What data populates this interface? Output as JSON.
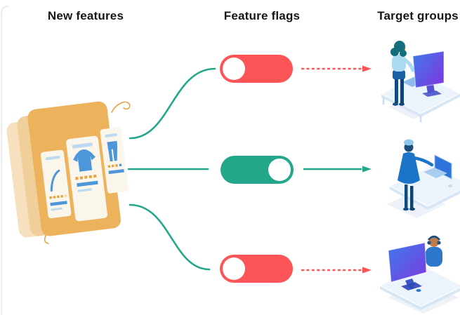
{
  "colors": {
    "toggle_on": "#23A78B",
    "toggle_off": "#FC5457",
    "connector_green": "#23A78B",
    "arrow_red": "#FC5457",
    "stack_orange_front": "#ECB25C",
    "stack_orange_mid": "#F1CF9A",
    "stack_orange_back": "#F6E0BE",
    "star_orange": "#E8A33D",
    "blue_accent": "#4D96D9",
    "text": "#161616"
  },
  "headers": [
    {
      "id": "new-features",
      "label": "New features"
    },
    {
      "id": "feature-flags",
      "label": "Feature flags"
    },
    {
      "id": "target-groups",
      "label": "Target groups"
    }
  ],
  "new_features": {
    "illustration": "stacked-app-screens",
    "product_cards": [
      "shoe-product-card",
      "tshirt-product-card",
      "pants-product-card"
    ]
  },
  "rows": [
    {
      "connector": {
        "color": "green",
        "style": "solid",
        "shape": "s-curve-up"
      },
      "flag": {
        "name": "feature-flag-1",
        "state": "off"
      },
      "arrow": {
        "color": "red",
        "style": "dashed"
      },
      "target": {
        "illustration": "woman-standing-at-desktop-monitor"
      }
    },
    {
      "connector": {
        "color": "green",
        "style": "solid",
        "shape": "straight"
      },
      "flag": {
        "name": "feature-flag-2",
        "state": "on"
      },
      "arrow": {
        "color": "green",
        "style": "solid"
      },
      "target": {
        "illustration": "woman-standing-at-laptop-desk"
      }
    },
    {
      "connector": {
        "color": "green",
        "style": "solid",
        "shape": "s-curve-down"
      },
      "flag": {
        "name": "feature-flag-3",
        "state": "off"
      },
      "arrow": {
        "color": "red",
        "style": "dashed"
      },
      "target": {
        "illustration": "man-behind-large-monitor"
      }
    }
  ]
}
